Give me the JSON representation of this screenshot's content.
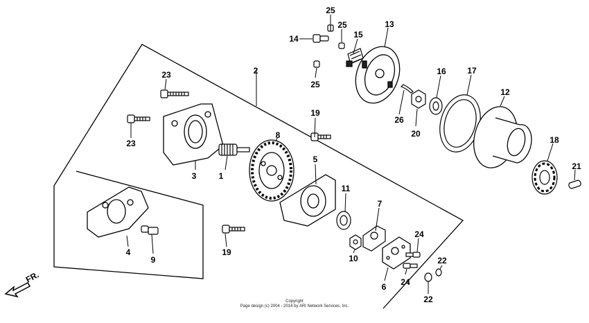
{
  "diagram": {
    "part_labels": [
      "1",
      "2",
      "3",
      "4",
      "5",
      "6",
      "7",
      "8",
      "9",
      "10",
      "11",
      "12",
      "13",
      "14",
      "15",
      "16",
      "17",
      "18",
      "19",
      "19",
      "20",
      "21",
      "22",
      "22",
      "23",
      "23",
      "24",
      "24",
      "25",
      "25",
      "25",
      "26"
    ],
    "direction_label": "FR.",
    "copyright_line1": "Copyright",
    "copyright_line2": "Page design (c) 2004 - 2014 by ARI Network Services, Inc."
  }
}
